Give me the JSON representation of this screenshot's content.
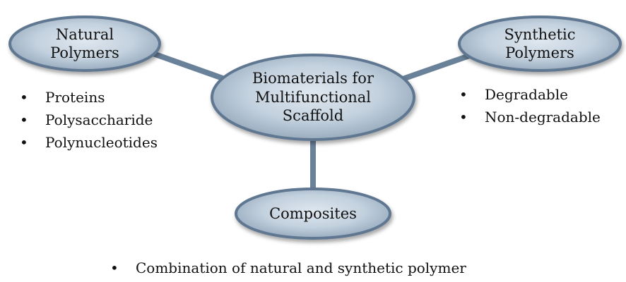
{
  "diagram": {
    "center": {
      "lines": [
        "Biomaterials for",
        "Multifunctional",
        "Scaffold"
      ]
    },
    "natural": {
      "lines": [
        "Natural",
        "Polymers"
      ],
      "items": [
        "Proteins",
        "Polysaccharide",
        "Polynucleotides"
      ]
    },
    "synthetic": {
      "lines": [
        "Synthetic",
        "Polymers"
      ],
      "items": [
        "Degradable",
        "Non-degradable"
      ]
    },
    "composites": {
      "lines": [
        "Composites"
      ],
      "items": [
        "Combination of natural and synthetic polymer"
      ]
    }
  },
  "colors": {
    "ellipse_fill_light": "#dce5ee",
    "ellipse_fill_dark": "#8da3b8",
    "ellipse_border": "#5f7790",
    "connector": "#6a8299"
  }
}
